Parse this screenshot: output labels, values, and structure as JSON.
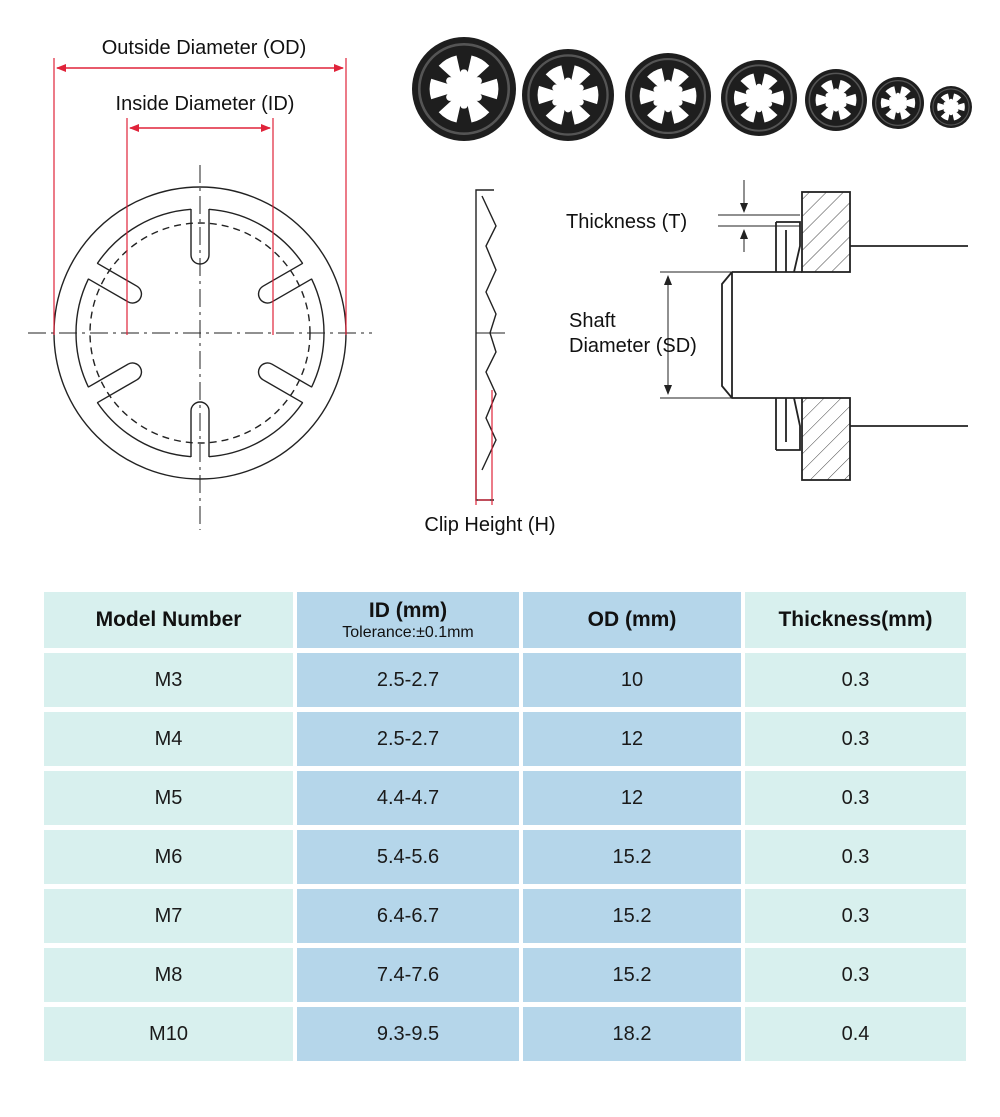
{
  "diagram": {
    "od_label": "Outside Diameter (OD)",
    "id_label": "Inside Diameter (ID)",
    "thickness_label": "Thickness (T)",
    "shaft_label_line1": "Shaft",
    "shaft_label_line2": "Diameter (SD)",
    "clip_height_label": "Clip Height (H)",
    "washer_photo_count": 7
  },
  "colors": {
    "dimension_line": "#e0233a",
    "outline": "#222222",
    "header_light": "#d8f0ee",
    "header_blue": "#b5d6ea",
    "washer_metal": "#1e1e1e"
  },
  "table": {
    "headers": {
      "model": "Model Number",
      "id_main": "ID (mm)",
      "id_sub": "Tolerance:±0.1mm",
      "od": "OD (mm)",
      "thickness": "Thickness(mm)"
    },
    "rows": [
      {
        "model": "M3",
        "id": "2.5-2.7",
        "od": "10",
        "thickness": "0.3"
      },
      {
        "model": "M4",
        "id": "2.5-2.7",
        "od": "12",
        "thickness": "0.3"
      },
      {
        "model": "M5",
        "id": "4.4-4.7",
        "od": "12",
        "thickness": "0.3"
      },
      {
        "model": "M6",
        "id": "5.4-5.6",
        "od": "15.2",
        "thickness": "0.3"
      },
      {
        "model": "M7",
        "id": "6.4-6.7",
        "od": "15.2",
        "thickness": "0.3"
      },
      {
        "model": "M8",
        "id": "7.4-7.6",
        "od": "15.2",
        "thickness": "0.3"
      },
      {
        "model": "M10",
        "id": "9.3-9.5",
        "od": "18.2",
        "thickness": "0.4"
      }
    ]
  }
}
